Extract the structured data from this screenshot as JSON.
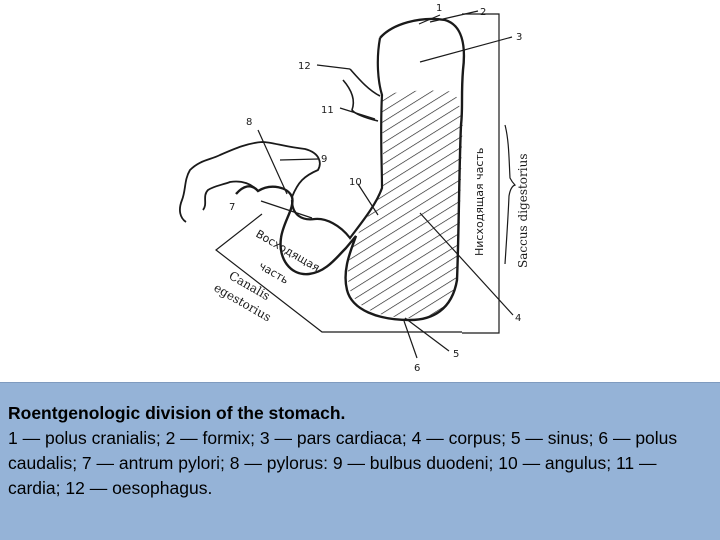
{
  "figure": {
    "numbers": [
      "1",
      "2",
      "3",
      "4",
      "5",
      "6",
      "7",
      "8",
      "9",
      "10",
      "11",
      "12"
    ],
    "descending_part_label": "Нисходящая часть",
    "saccus_label": "Saccus digestorius",
    "ascending_part_label_1": "Восходящая",
    "ascending_part_label_2": "часть",
    "canalis_label_1": "Canalis",
    "canalis_label_2": "egestorius"
  },
  "caption": {
    "title": "Roentgenologic division of the stomach.",
    "text": "1 — polus cranialis; 2 — formix; 3 — pars cardiaca; 4 — corpus; 5 — sinus; 6 — polus caudalis; 7 — antrum pylori; 8 — pylorus: 9 — bulbus duodeni; 10 — angulus; 11 — cardia; 12 — oesophagus."
  }
}
